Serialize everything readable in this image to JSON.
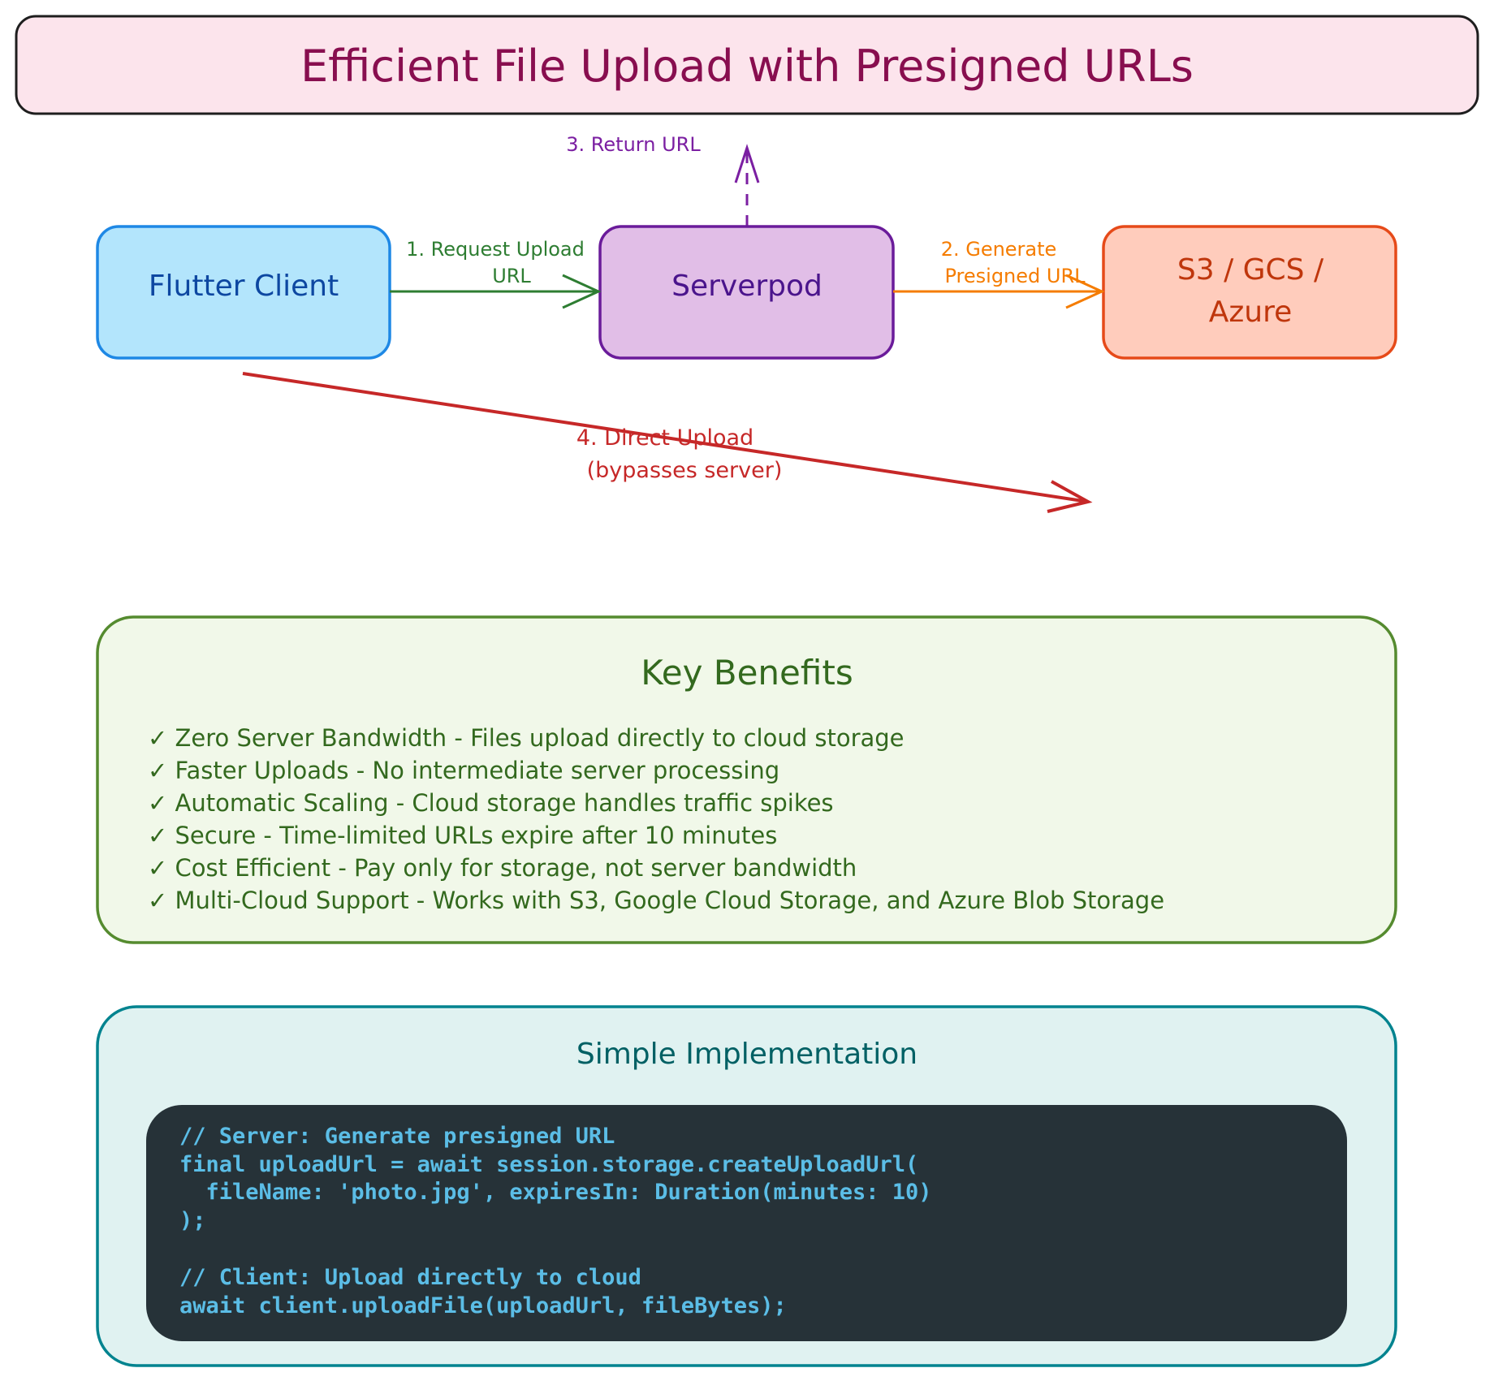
{
  "title": "Efficient File Upload with Presigned URLs",
  "nodes": {
    "client": {
      "label": "Flutter Client",
      "fill": "#b3e5fc",
      "stroke": "#1e88e5",
      "text_color": "#0d47a1"
    },
    "server": {
      "label": "Serverpod",
      "fill": "#e1bee7",
      "stroke": "#6a1b9a",
      "text_color": "#4a148c"
    },
    "storage": {
      "label_line1": "S3 / GCS /",
      "label_line2": "Azure",
      "fill": "#ffccbc",
      "stroke": "#e64a19",
      "text_color": "#bf360c"
    }
  },
  "edges": {
    "request": {
      "label_line1": "1. Request Upload",
      "label_line2": "URL",
      "color": "#2e7d32"
    },
    "generate": {
      "label_line1": "2. Generate",
      "label_line2": "Presigned URL",
      "color": "#f57c00"
    },
    "return": {
      "label": "3. Return URL",
      "color": "#7b1fa2"
    },
    "direct": {
      "label_line1": "4. Direct Upload",
      "label_line2": "(bypasses server)",
      "color": "#c62828"
    }
  },
  "benefits": {
    "title": "Key Benefits",
    "items": [
      "✓ Zero Server Bandwidth - Files upload directly to cloud storage",
      "✓ Faster Uploads - No intermediate server processing",
      "✓ Automatic Scaling - Cloud storage handles traffic spikes",
      "✓ Secure - Time-limited URLs expire after 10 minutes",
      "✓ Cost Efficient - Pay only for storage, not server bandwidth",
      "✓ Multi-Cloud Support - Works with S3, Google Cloud Storage, and Azure Blob Storage"
    ]
  },
  "implementation": {
    "title": "Simple Implementation",
    "code_lines": [
      "// Server: Generate presigned URL",
      "final uploadUrl = await session.storage.createUploadUrl(",
      "  fileName: 'photo.jpg', expiresIn: Duration(minutes: 10)",
      ");",
      "",
      "// Client: Upload directly to cloud",
      "await client.uploadFile(uploadUrl, fileBytes);"
    ]
  }
}
